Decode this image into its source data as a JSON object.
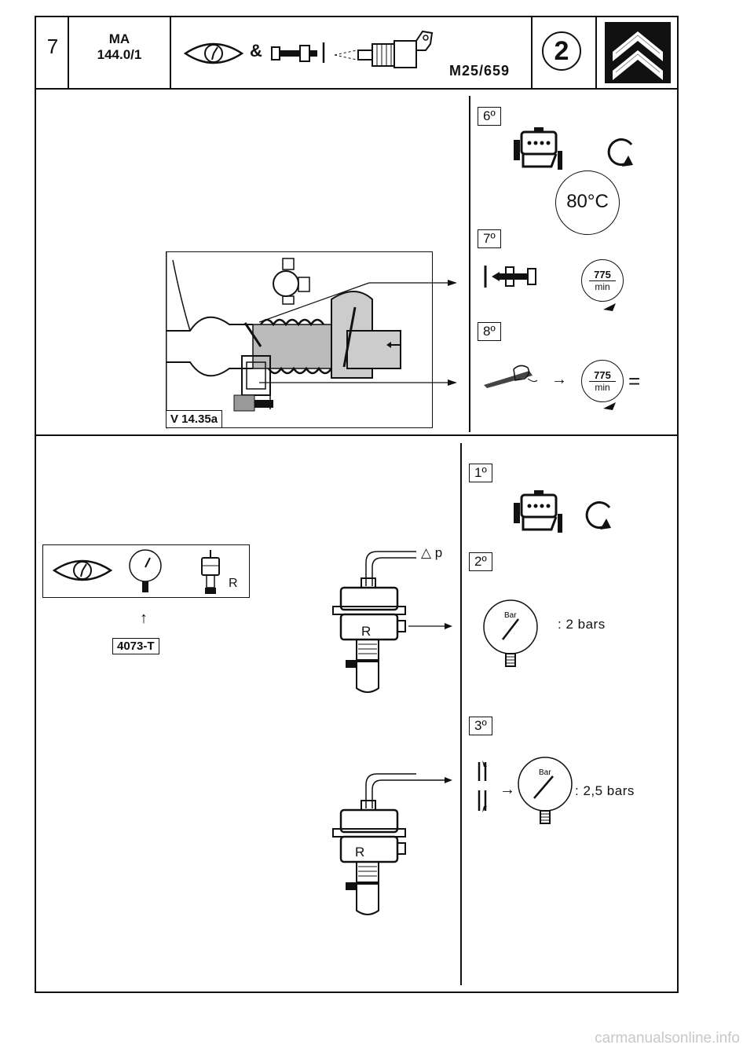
{
  "header": {
    "page_number": "7",
    "code_line1": "MA",
    "code_line2": "144.0/1",
    "ampersand": "&",
    "reference": "M25/659",
    "circled_number": "2"
  },
  "top_section": {
    "diagram_ref": "V 14.35a",
    "steps": [
      {
        "label": "6º",
        "temperature": "80°C"
      },
      {
        "label": "7º",
        "rpm_value": "775",
        "rpm_unit": "min"
      },
      {
        "label": "8º",
        "rpm_value": "775",
        "rpm_unit": "min",
        "equals": "="
      }
    ]
  },
  "bottom_section": {
    "tool_ref": "4073-T",
    "gauge_bar": "Bar",
    "regulator_label": "R",
    "delta_p": "△ p",
    "steps": [
      {
        "label": "1º"
      },
      {
        "label": "2º",
        "pressure": ":  2 bars"
      },
      {
        "label": "3º",
        "pressure": ":  2,5 bars"
      }
    ]
  },
  "watermark": "carmanualsonline.info",
  "colors": {
    "ink": "#111111",
    "watermark": "#c8c8c8"
  }
}
